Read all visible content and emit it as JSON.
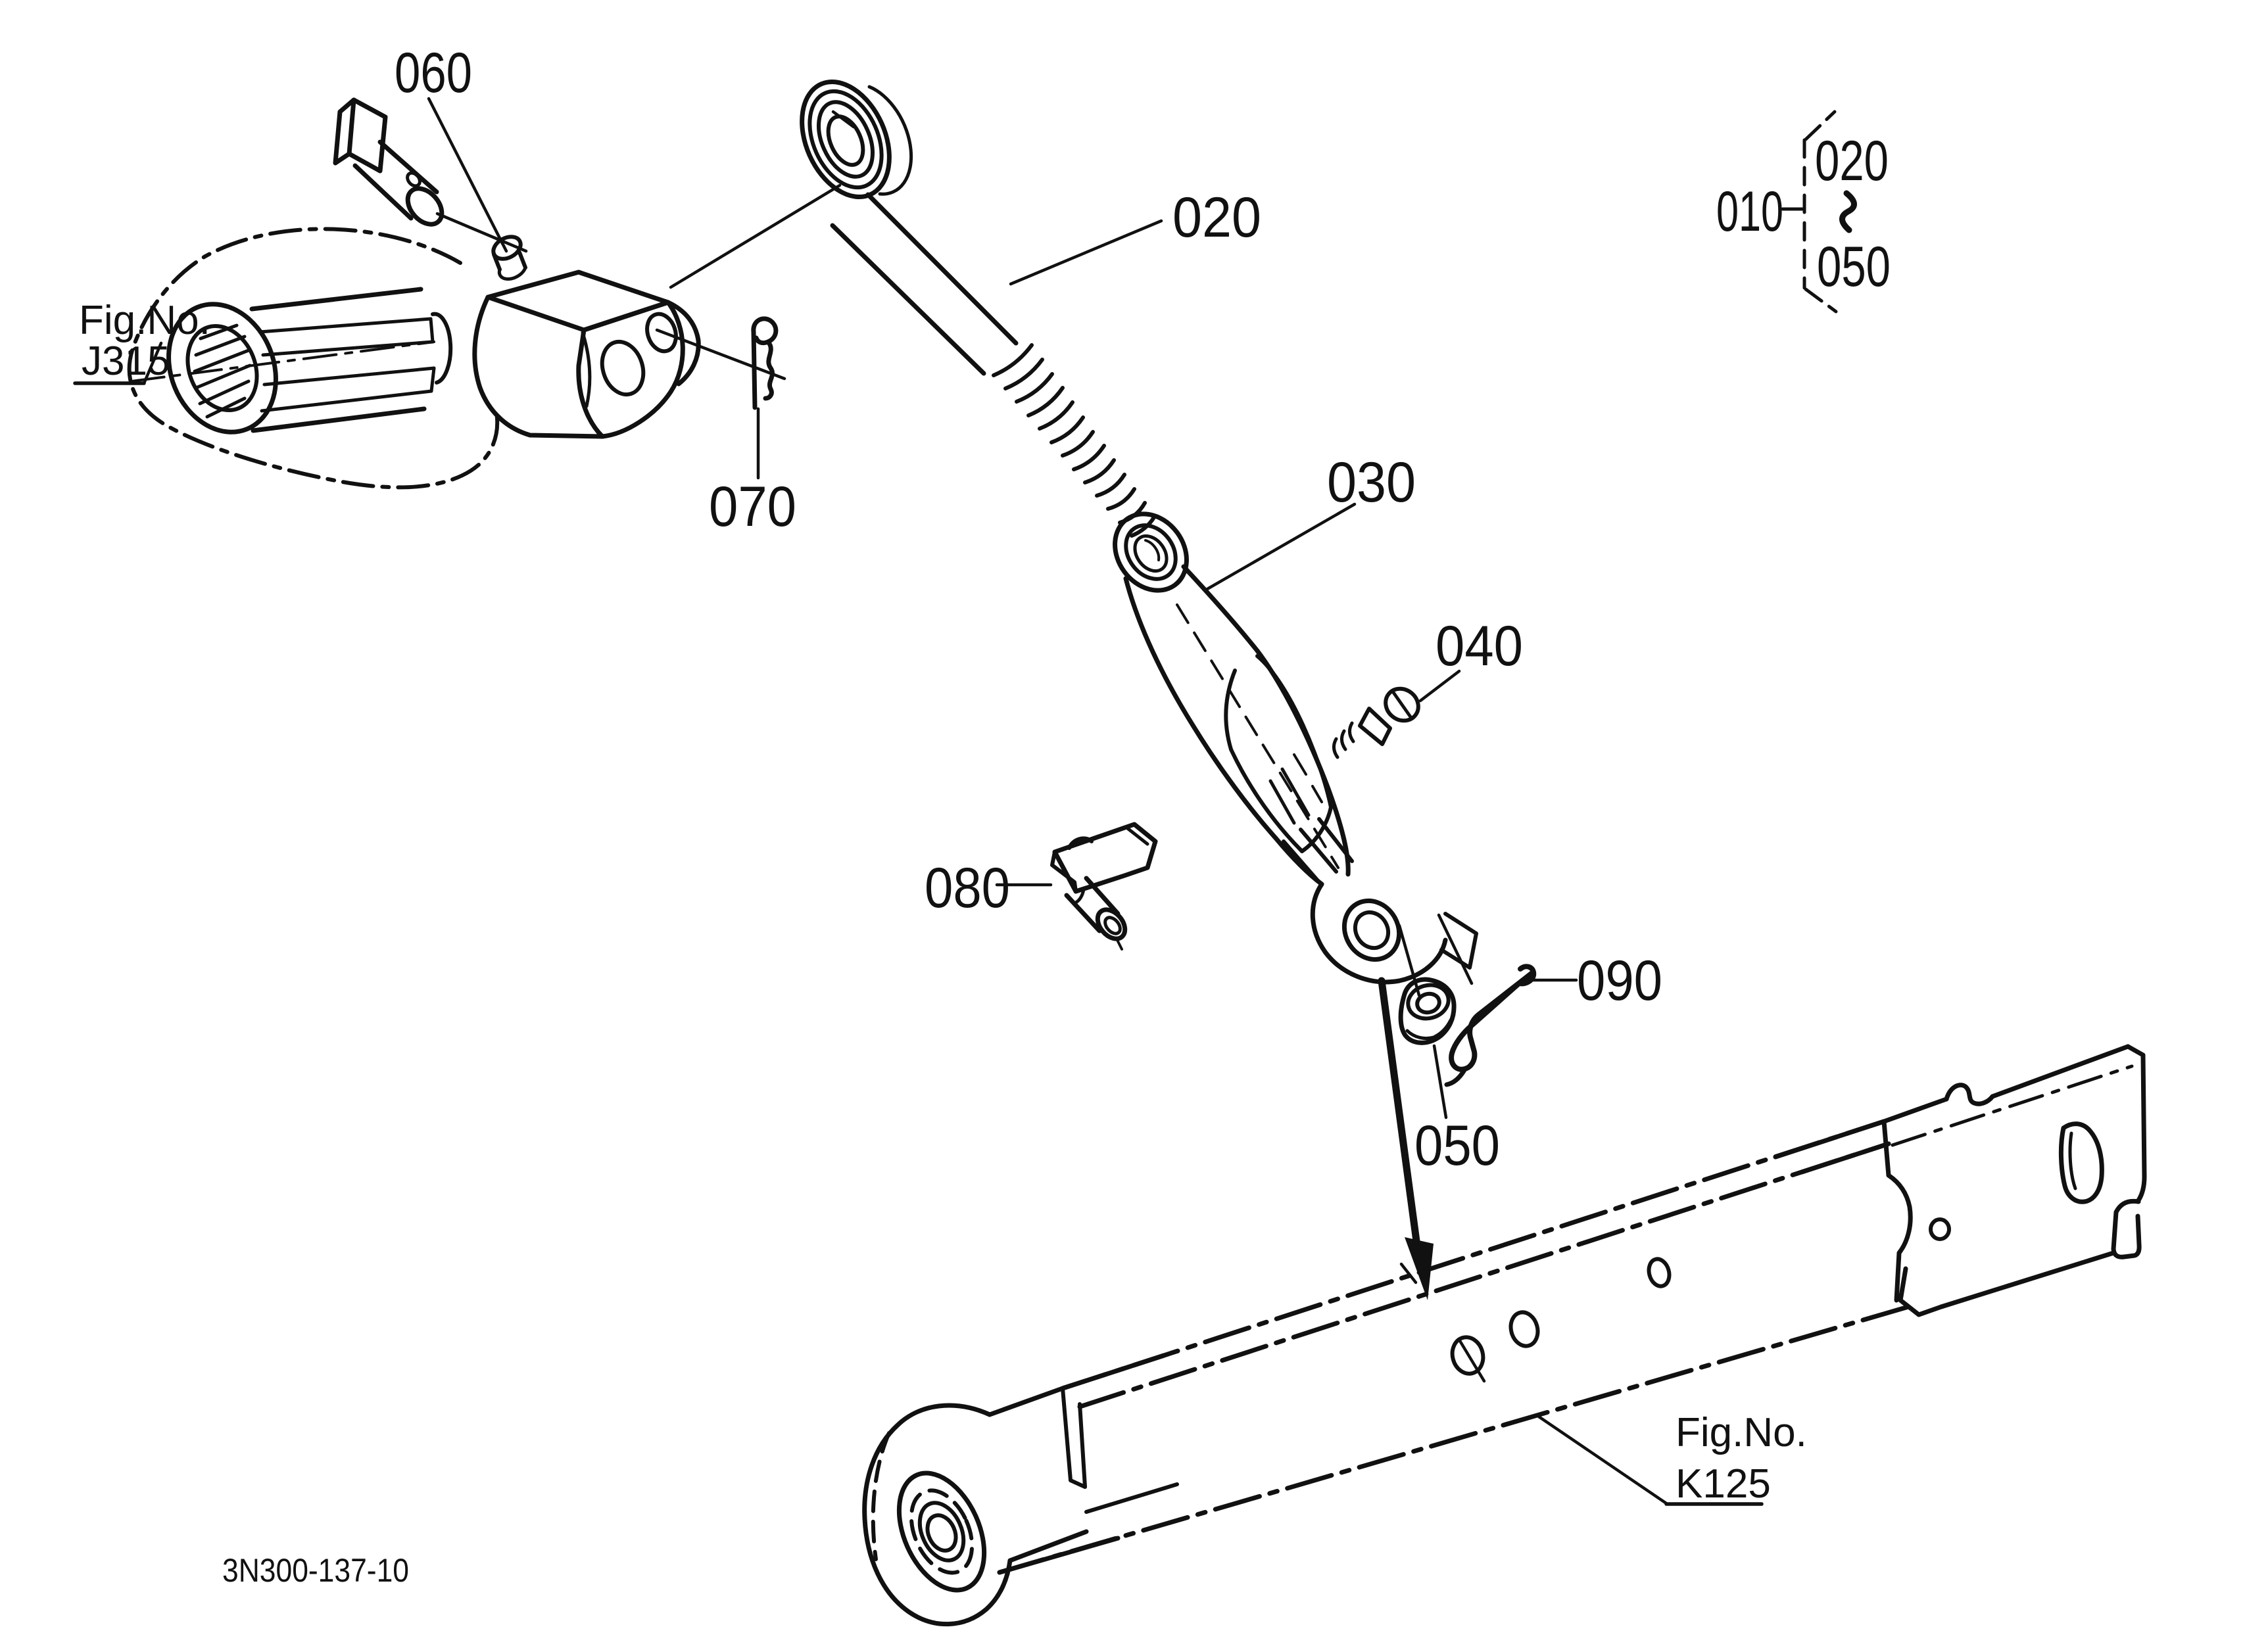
{
  "page": {
    "background": "#ffffff",
    "ink": "#111111"
  },
  "drawing_number": "3N300-137-10",
  "callouts": {
    "c020": "020",
    "c030": "030",
    "c040": "040",
    "c050": "050",
    "c060": "060",
    "c070": "070",
    "c080": "080",
    "c090": "090"
  },
  "group_bracket": {
    "parent": "010",
    "range_start": "020",
    "range_end": "050"
  },
  "figure_refs": {
    "j315": {
      "line1": "Fig.No.",
      "line2": "J315"
    },
    "k125": {
      "line1": "Fig.No.",
      "line2": "K125"
    }
  }
}
